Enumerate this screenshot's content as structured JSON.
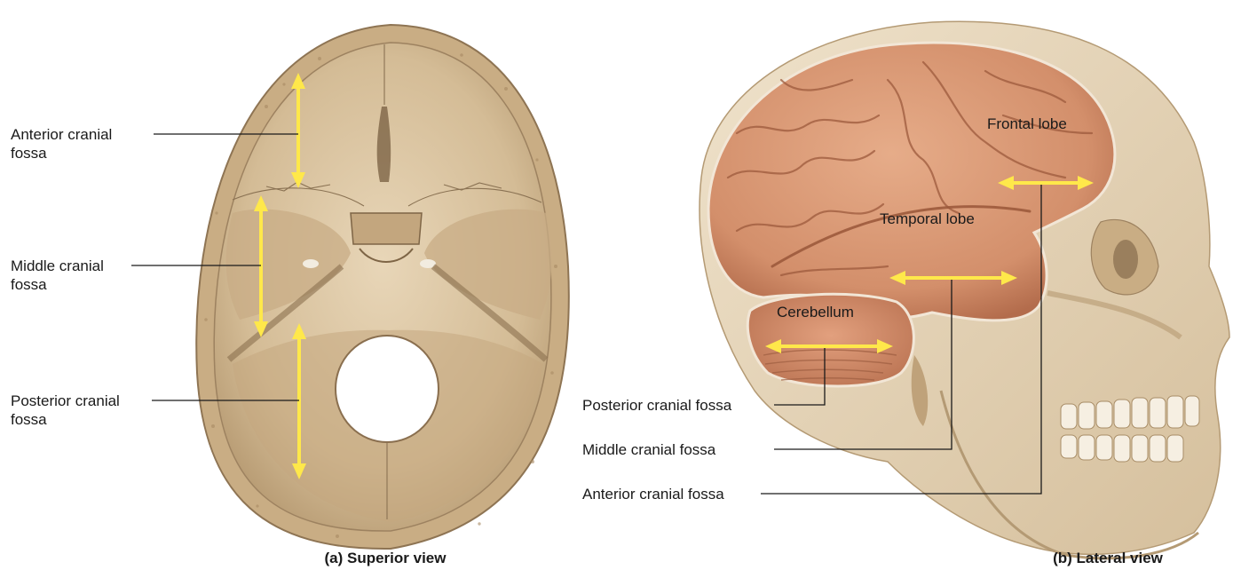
{
  "panel_a": {
    "caption": "(a) Superior view",
    "labels": {
      "anterior": [
        "Anterior cranial",
        "fossa"
      ],
      "middle": [
        "Middle cranial",
        "fossa"
      ],
      "posterior": [
        "Posterior cranial",
        "fossa"
      ]
    }
  },
  "panel_b": {
    "caption": "(b) Lateral view",
    "lobes": {
      "frontal": "Frontal lobe",
      "temporal": "Temporal lobe",
      "cerebellum": "Cerebellum"
    },
    "labels": {
      "posterior": "Posterior cranial fossa",
      "middle": "Middle cranial fossa",
      "anterior": "Anterior cranial fossa"
    }
  },
  "colors": {
    "bone": "#d9c3a0",
    "bone_shadow": "#b89c74",
    "brain": "#d99a78",
    "brain_dark": "#b86e4f",
    "arrow": "#ffe84a"
  }
}
